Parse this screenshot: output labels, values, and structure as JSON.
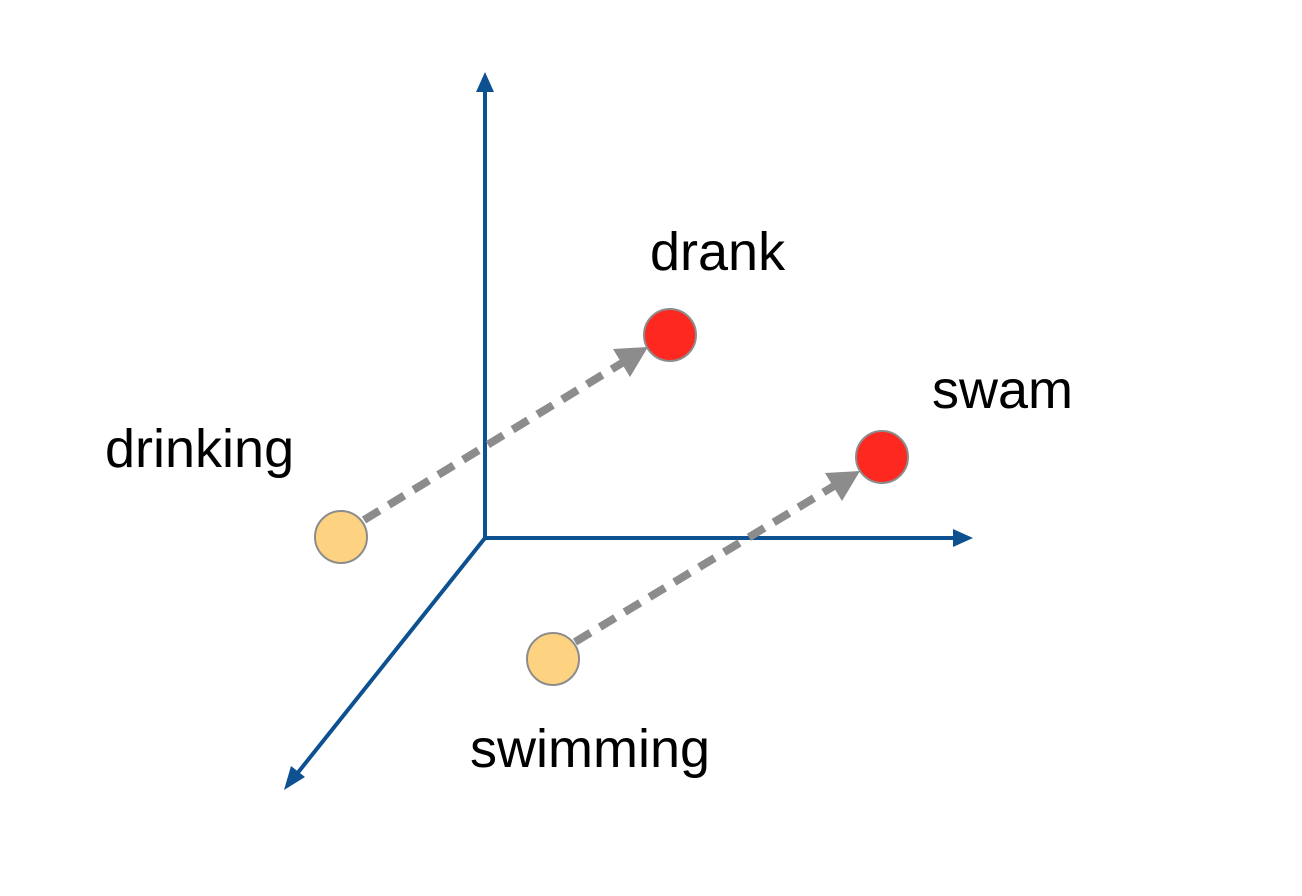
{
  "colors": {
    "axis": "#0e5191",
    "arrow": "#8c8c8c",
    "base_point_fill": "#fdd382",
    "base_point_stroke": "#8c8c8c",
    "target_point_fill": "#fd2920",
    "target_point_stroke": "#8c8c8c"
  },
  "words": {
    "drinking": "drinking",
    "drank": "drank",
    "swimming": "swimming",
    "swam": "swam"
  },
  "pairs": [
    {
      "from": "drinking",
      "to": "drank"
    },
    {
      "from": "swimming",
      "to": "swam"
    }
  ]
}
